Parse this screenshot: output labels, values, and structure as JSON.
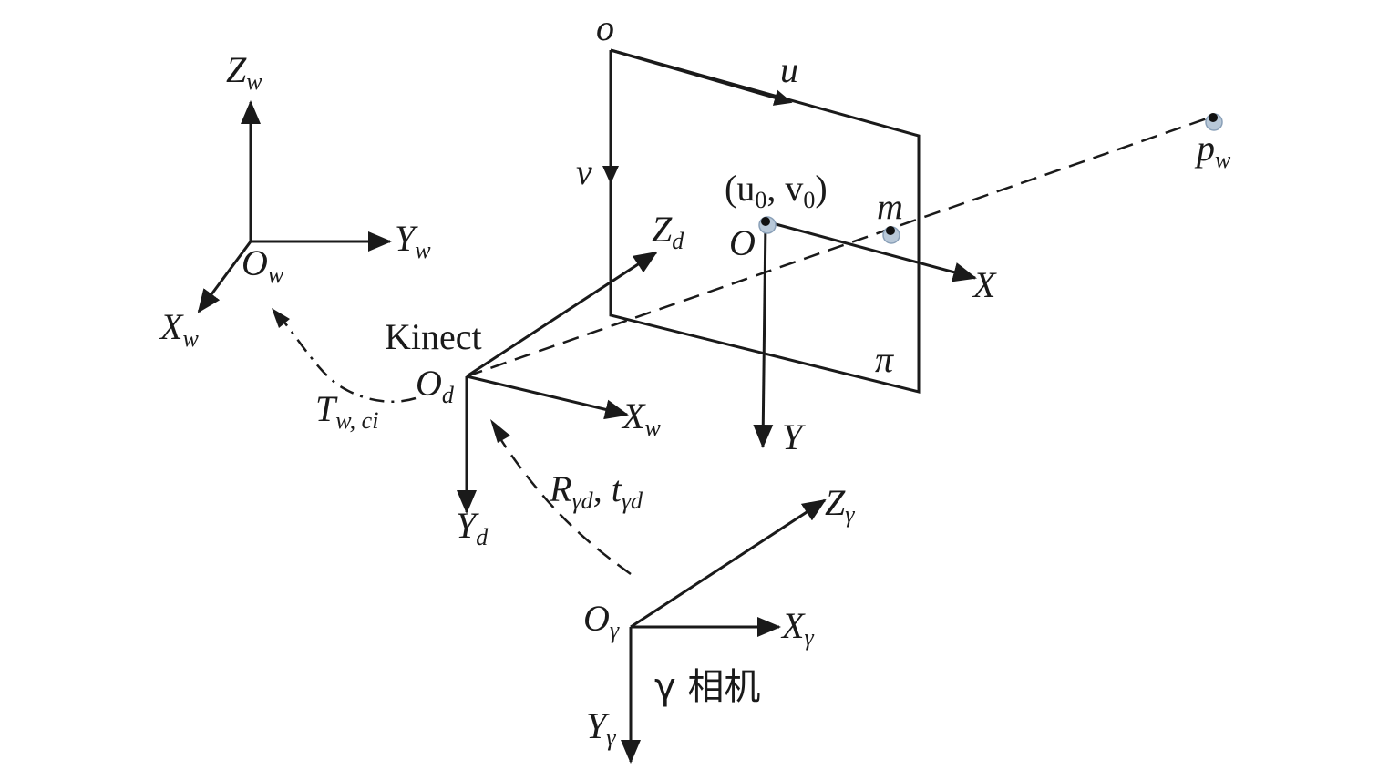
{
  "labels": {
    "world_z": "Z",
    "world_z_sub": "w",
    "world_y": "Y",
    "world_y_sub": "w",
    "world_x": "X",
    "world_x_sub": "w",
    "world_o": "O",
    "world_o_sub": "w",
    "img_o": "o",
    "img_u": "u",
    "img_v": "v",
    "principal_pt": "(u",
    "principal_pt_sub0": "0",
    "principal_pt_mid": ", v",
    "principal_pt_sub1": "0",
    "principal_pt_end": ")",
    "plane_m": "m",
    "plane_pi": "π",
    "point_p": "p",
    "point_p_sub": "w",
    "cam_o": "O",
    "cam_x": "X",
    "cam_y": "Y",
    "kinect": "Kinect",
    "kin_o": "O",
    "kin_o_sub": "d",
    "kin_z": "Z",
    "kin_z_sub": "d",
    "kin_x": "X",
    "kin_x_sub": "w",
    "kin_y": "Y",
    "kin_y_sub": "d",
    "transform_t": "T",
    "transform_t_sub": "w, ci",
    "rot_r": "R",
    "rot_r_sub": "γd",
    "rot_sep": ", t",
    "rot_t_sub": "γd",
    "gam_o": "O",
    "gam_o_sub": "γ",
    "gam_z": "Z",
    "gam_z_sub": "γ",
    "gam_x": "X",
    "gam_x_sub": "γ",
    "gam_y": "Y",
    "gam_y_sub": "γ",
    "gamma_camera": "γ 相机"
  }
}
